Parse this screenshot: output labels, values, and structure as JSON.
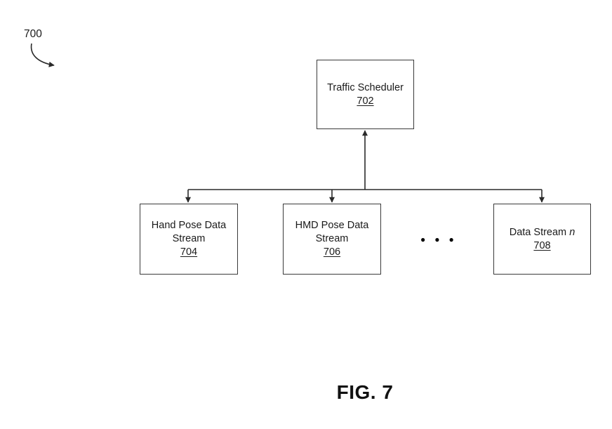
{
  "figure": {
    "reference_label": "700",
    "caption": "FIG. 7",
    "ellipsis": "●●●",
    "colors": {
      "line": "#2a2a2a",
      "box_border": "#3a3a3a",
      "text": "#1a1a1a",
      "background": "#ffffff"
    },
    "nodes": {
      "scheduler": {
        "title": "Traffic Scheduler",
        "ref": "702"
      },
      "stream1": {
        "line1": "Hand Pose Data",
        "line2": "Stream",
        "ref": "704"
      },
      "stream2": {
        "line1": "HMD Pose Data",
        "line2": "Stream",
        "ref": "706"
      },
      "stream_n": {
        "title": "Data Stream",
        "variable": "n",
        "ref": "708"
      }
    }
  }
}
